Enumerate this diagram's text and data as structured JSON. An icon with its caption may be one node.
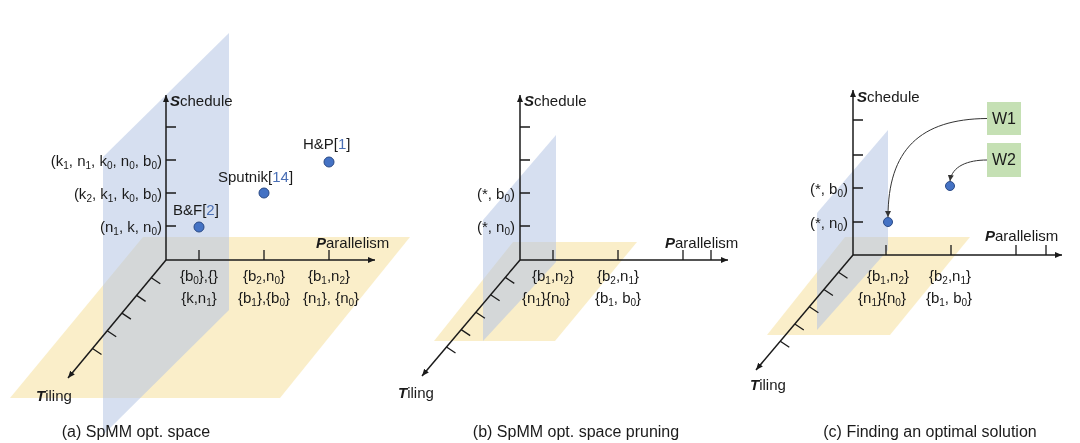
{
  "diagram": {
    "nodes": [
      {
        "text": [
          "W1"
        ]
      },
      {
        "text": [
          "W2"
        ]
      },
      {
        "text": [],
        "shape": "circle"
      },
      {
        "text": [],
        "shape": "circle"
      }
    ],
    "edges": [
      {
        "from": 0,
        "to": 2,
        "arrow": "to"
      },
      {
        "from": 1,
        "to": 3,
        "arrow": "to"
      }
    ],
    "labels": [
      "**S**chedule",
      "(k$_{1}$, n$_{1}$, k$_{0}$, n$_{0}$, b$_{0}$)",
      "H&P[1]",
      "Sputnik[14]",
      "(k$_{2}$, k$_{1}$, k$_{0}$, b$_{0}$)",
      "B&F[2]",
      "(n$_{1}$, k, n$_{0}$)",
      "**P**arallelism",
      "{b$_{0}$},{}",
      "{b$_{2}$,n$_{0}$}",
      "{b$_{1}$,n$_{2}$}",
      "{k,n$_{1}$}",
      "{b$_{1}$},{b$_{0}$}",
      "{n$_{1}$}, {n$_{0}$}",
      "**T**iling",
      "(a) SpMM opt. space",
      "**S**chedule",
      "(*, b$_{0}$)",
      "(*, n$_{0}$)",
      "**P**arallelism",
      "{b$_{1}$,n$_{2}$}",
      "{b$_{2}$,n$_{1}$}",
      "{n$_{1}$}{n$_{0}$}",
      "{b$_{1}$, b$_{0}$}",
      "**T**iling",
      "(b) SpMM opt. space pruning",
      "**S**chedule",
      "(*, b$_{0}$)",
      "(*, n$_{0}$)",
      "**P**arallelism",
      "{b$_{1}$,n$_{2}$}",
      "{b$_{2}$,n$_{1}$}",
      "{n$_{1}$}{n$_{0}$}",
      "{b$_{1}$, b$_{0}$}",
      "**T**iling",
      "(c) Finding an optimal solution"
    ]
  }
}
